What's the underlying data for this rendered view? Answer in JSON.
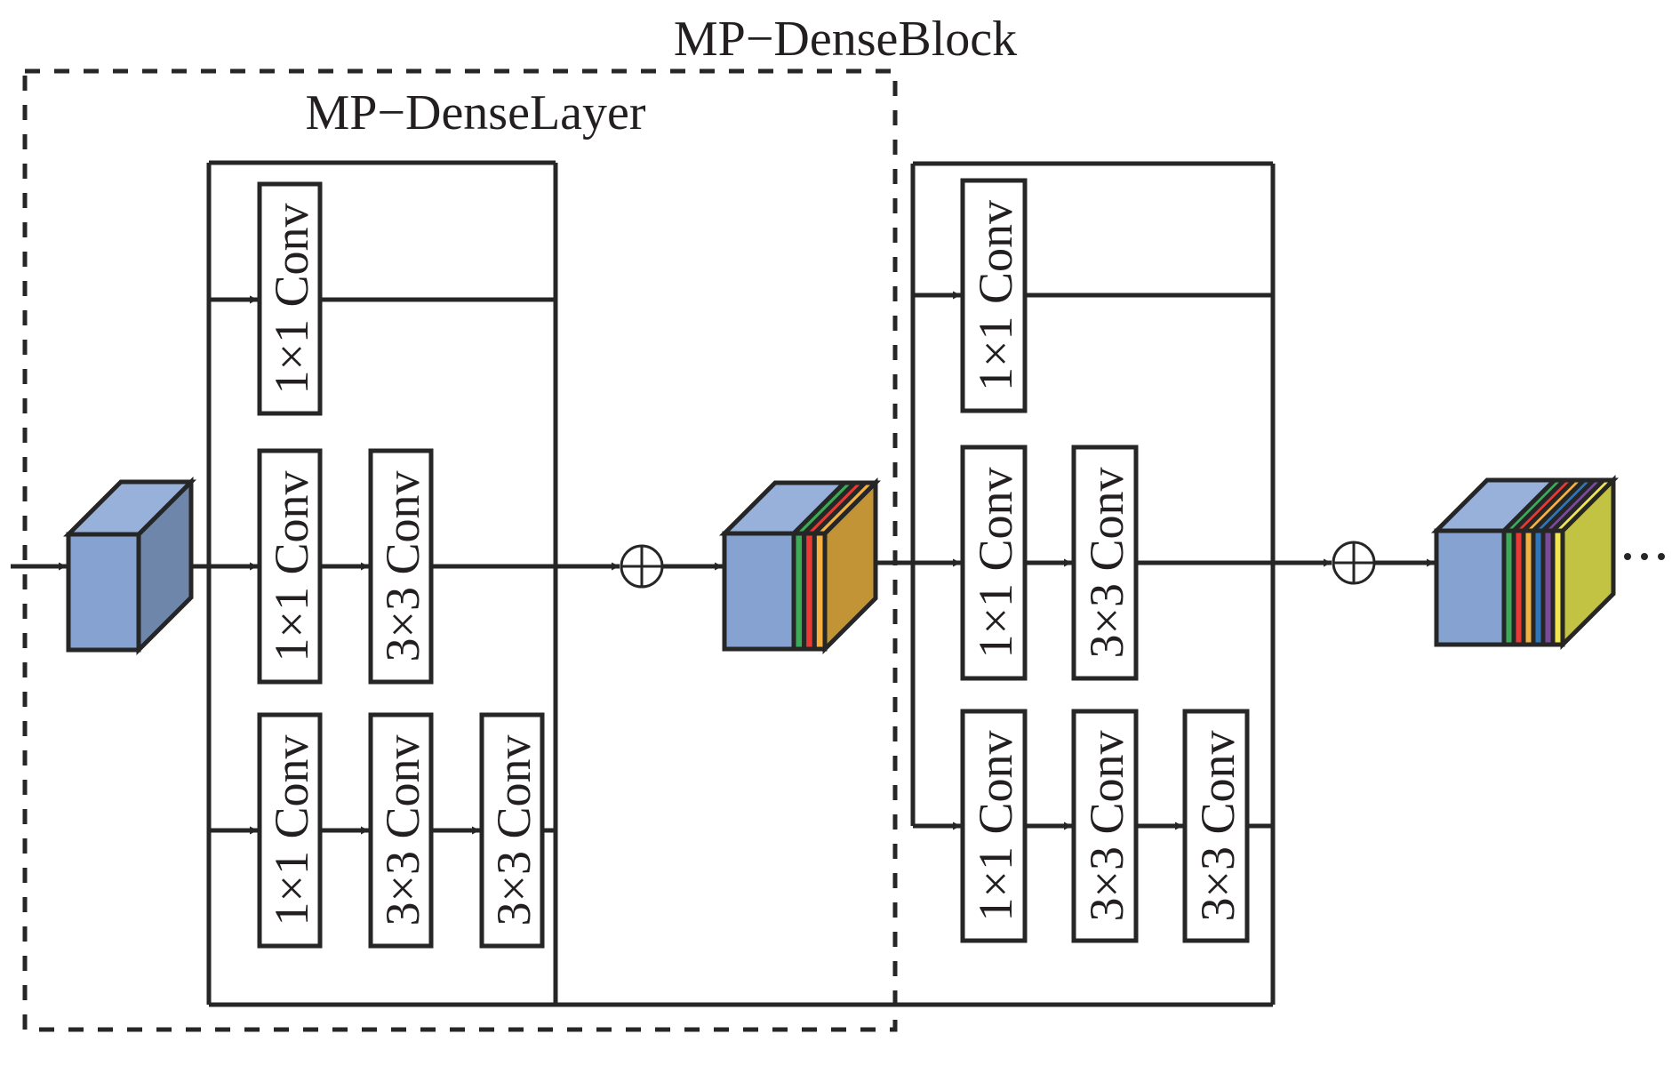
{
  "diagram": {
    "block_title": "MP−DenseBlock",
    "layer_title": "MP−DenseLayer",
    "continuation": "···",
    "layers": [
      {
        "name": "layer-1",
        "branches": [
          {
            "ops": [
              "1×1 Conv"
            ]
          },
          {
            "ops": [
              "1×1 Conv",
              "3×3 Conv"
            ]
          },
          {
            "ops": [
              "1×1 Conv",
              "3×3 Conv",
              "3×3 Conv"
            ]
          }
        ]
      },
      {
        "name": "layer-2",
        "branches": [
          {
            "ops": [
              "1×1 Conv"
            ]
          },
          {
            "ops": [
              "1×1 Conv",
              "3×3 Conv"
            ]
          },
          {
            "ops": [
              "1×1 Conv",
              "3×3 Conv",
              "3×3 Conv"
            ]
          }
        ]
      }
    ],
    "operators": [
      "concat-plus",
      "concat-plus"
    ],
    "feature_maps": [
      {
        "name": "input",
        "base_front": "#85a2d0",
        "base_top": "#97b1da",
        "side": "#6f86ab",
        "stripes": []
      },
      {
        "name": "after-layer-1",
        "base_front": "#85a2d0",
        "base_top": "#97b1da",
        "side": "#c39436",
        "stripes": [
          "#3bab5a",
          "#e83a34",
          "#f4b13f"
        ]
      },
      {
        "name": "after-layer-2",
        "base_front": "#85a2d0",
        "base_top": "#97b1da",
        "side": "#c2c243",
        "stripes": [
          "#3bab5a",
          "#e83a34",
          "#f4b13f",
          "#2f76b8",
          "#7a4b9c",
          "#f0e553"
        ]
      }
    ]
  }
}
